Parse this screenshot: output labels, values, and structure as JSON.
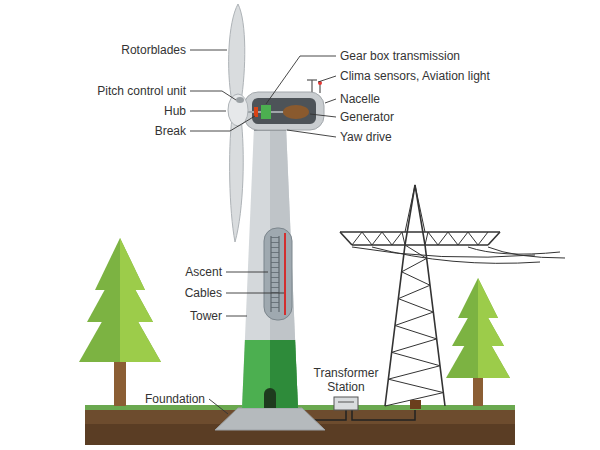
{
  "diagram": {
    "labels": [
      "Rotorblades",
      "Pitch control unit",
      "Hub",
      "Break",
      "Gear box transmission",
      "Clima sensors, Aviation light",
      "Nacelle",
      "Generator",
      "Yaw drive",
      "Ascent",
      "Cables",
      "Tower",
      "Foundation",
      "Transformer Station"
    ]
  }
}
